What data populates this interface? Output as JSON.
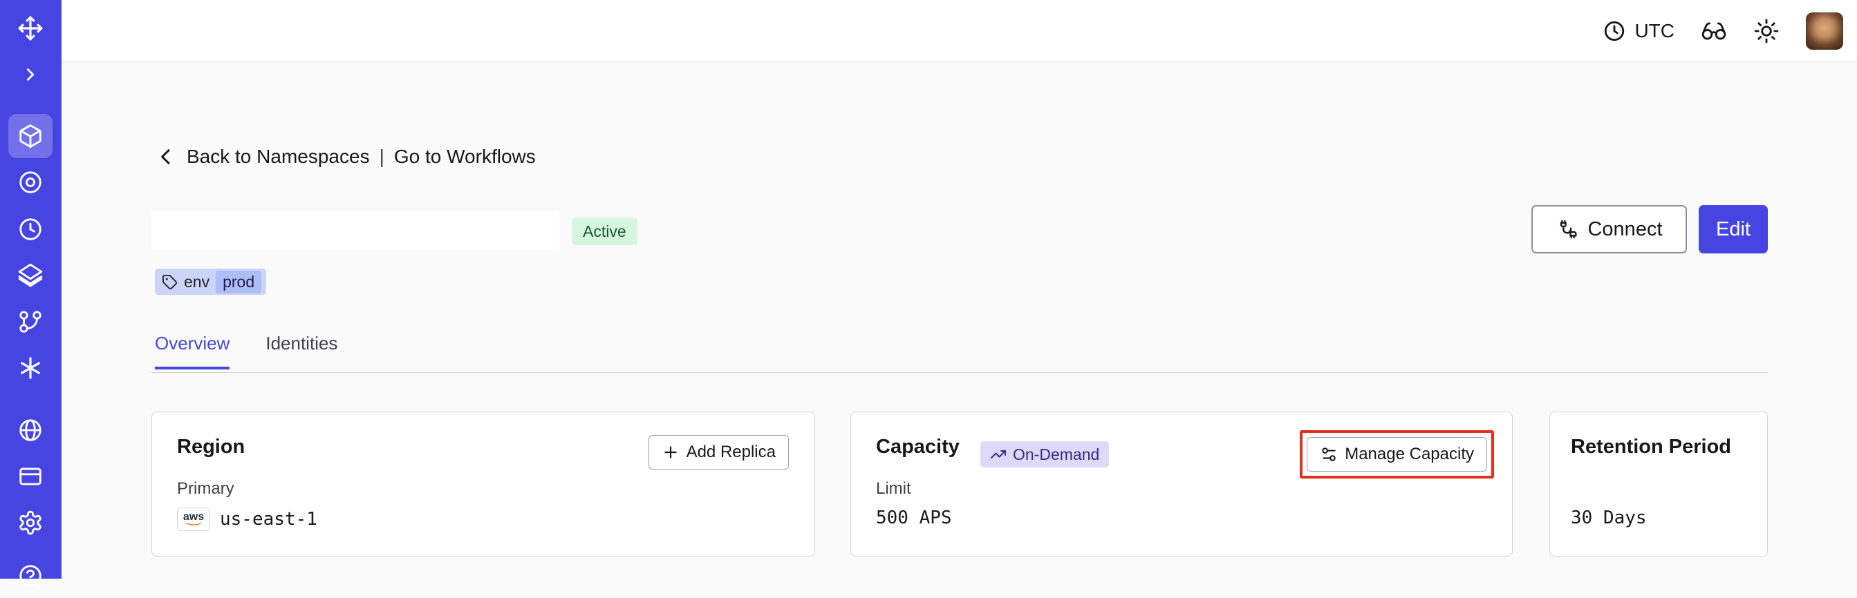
{
  "colors": {
    "accent": "#4645e2",
    "sidebar_bg": "#4645e2",
    "page_bg": "#fafafa",
    "active_bg": "#d4f7de",
    "active_text": "#1a5632",
    "tag_bg": "#cbd4f9",
    "tag_inner_bg": "#aebdf6",
    "tag_text": "#27272a",
    "ondemand_bg": "#ded9fb",
    "ondemand_text": "#312e81",
    "annotation": "#e0301e",
    "card_border": "#d4d4d8",
    "button_border": "#a1a1aa",
    "divider": "#d4d4d8",
    "text_primary": "#18181b",
    "text_secondary": "#3f3f46"
  },
  "sidebar": {
    "selected": "namespaces-icon",
    "icons": [
      "nav-logo-icon",
      "chevron-right-icon",
      "namespaces-icon",
      "target-icon",
      "schedule-icon",
      "layers-icon",
      "branch-icon",
      "nexus-asterisk-icon",
      "globe-icon",
      "billing-icon",
      "settings-gear-icon",
      "help-icon"
    ]
  },
  "topbar": {
    "timezone": "UTC",
    "icons": [
      "clock-icon",
      "glasses-icon",
      "sun-icon",
      "user-avatar"
    ]
  },
  "header": {
    "back_link": "Back to Namespaces",
    "separator": "|",
    "workflows_link": "Go to Workflows",
    "status": "Active",
    "tag": {
      "key": "env",
      "value": "prod"
    },
    "connect": "Connect",
    "edit": "Edit"
  },
  "tabs": [
    {
      "label": "Overview",
      "active": true
    },
    {
      "label": "Identities",
      "active": false
    }
  ],
  "cards": {
    "region": {
      "title": "Region",
      "add_replica": "Add Replica",
      "label": "Primary",
      "provider": "aws",
      "value": "us-east-1"
    },
    "capacity": {
      "title": "Capacity",
      "badge": "On-Demand",
      "manage": "Manage Capacity",
      "label": "Limit",
      "value": "500 APS"
    },
    "retention": {
      "title": "Retention Period",
      "value": "30 Days"
    }
  }
}
